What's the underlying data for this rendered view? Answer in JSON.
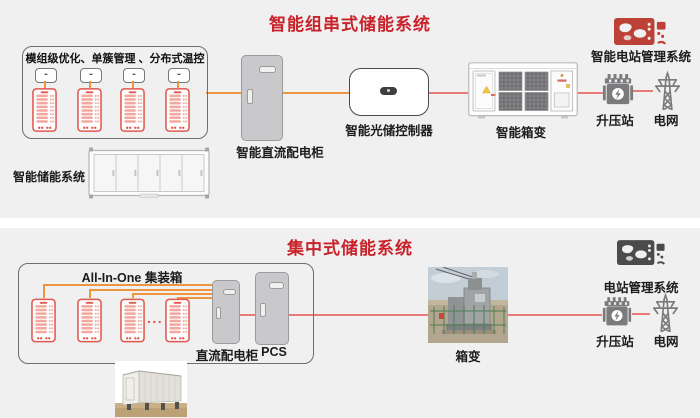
{
  "top": {
    "title": "智能组串式储能系统",
    "battery_box_title": "模组级优化、单簇管理 、分布式温控",
    "optimizer_glyph": "-",
    "storage_label": "智能储能系统",
    "dc_cabinet": "智能直流配电柜",
    "controller": "智能光储控制器",
    "transformer": "智能箱变",
    "management": "智能电站管理系统",
    "booster": "升压站",
    "grid": "电网"
  },
  "bottom": {
    "title": "集中式储能系统",
    "box_title": "All-In-One 集装箱",
    "ellipsis": "...",
    "dc_cabinet": "直流配电柜",
    "pcs": "PCS",
    "transformer": "箱变",
    "management": "电站管理系统",
    "booster": "升压站",
    "grid": "电网"
  },
  "colors": {
    "accent_red": "#C8232A",
    "line_orange": "#F0953F",
    "line_red": "#EA7A78",
    "rack_red": "#DF574E",
    "rack_module": "#F2A89F",
    "panel_bg": "#F0F0F1",
    "icon_grey": "#7B7B7E",
    "mgmt_red": "#BC4136",
    "mgmt_dark": "#4B4B4E"
  }
}
